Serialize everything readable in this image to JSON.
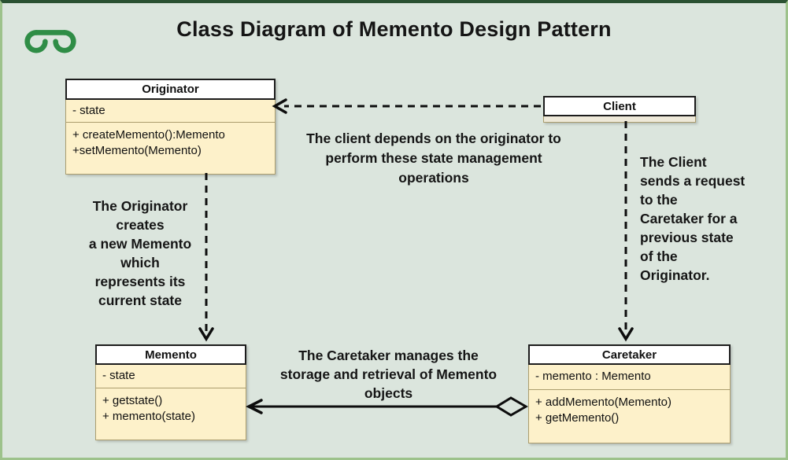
{
  "page": {
    "title": "Class Diagram of Memento Design Pattern"
  },
  "logo": {
    "icon": "geeksforgeeks-logo"
  },
  "classes": {
    "originator": {
      "name": "Originator",
      "attributes": "- state",
      "methods": "+ createMemento():Memento\n+setMemento(Memento)"
    },
    "client": {
      "name": "Client"
    },
    "memento": {
      "name": "Memento",
      "attributes": "- state",
      "methods": "+ getstate()\n+ memento(state)"
    },
    "caretaker": {
      "name": "Caretaker",
      "attributes": "- memento : Memento",
      "methods": "+ addMemento(Memento)\n+ getMemento()"
    }
  },
  "annotations": {
    "client_originator": "The client depends on the originator to\nperform these state management\noperations",
    "originator_memento": "The Originator\ncreates\na new Memento\nwhich\nrepresents its\ncurrent state",
    "client_caretaker": "The Client\nsends a request\nto the\nCaretaker for a\nprevious state\nof the\nOriginator.",
    "caretaker_memento": "The Caretaker manages the\nstorage and retrieval of Memento\nobjects"
  },
  "colors": {
    "background": "#dbe5dd",
    "frame_top": "#2a5132",
    "frame_side": "#9dc28b",
    "box_fill": "#fdf1ca",
    "box_stroke": "#ab9d6e",
    "header_fill": "#ffffff",
    "header_stroke": "#1c1c1c",
    "arrow": "#0d0d0d",
    "text": "#111111",
    "logo_green": "#2f8d46"
  }
}
